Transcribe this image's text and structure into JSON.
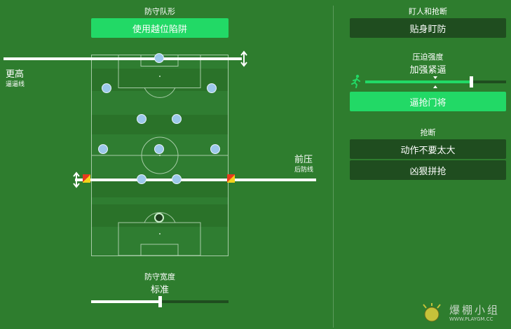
{
  "defense_shape": {
    "title": "防守队形",
    "button_label": "使用越位陷阱"
  },
  "pressing_line": {
    "label_main": "更高",
    "label_sub": "逼逼线"
  },
  "defensive_line": {
    "label_main": "前压",
    "label_sub": "后防线"
  },
  "defense_width": {
    "title": "防守宽度",
    "value_label": "标准",
    "slider_value": 0.5
  },
  "marking": {
    "title": "盯人和抢断",
    "button_label": "贴身盯防"
  },
  "pressing": {
    "title": "压迫强度",
    "value_label": "加强紧逼",
    "slider_value": 0.75,
    "button_label": "逼抢门将"
  },
  "tackling": {
    "title": "抢断",
    "option1": "动作不要太大",
    "option2": "凶狠拼抢"
  },
  "watermark": {
    "title": "爆棚小组",
    "url": "WWW.PLAYGM.CC"
  },
  "colors": {
    "background": "#2e7d2e",
    "accent": "#22d966",
    "dark_button": "#1f4d1f",
    "player": "#9cc8ea"
  }
}
